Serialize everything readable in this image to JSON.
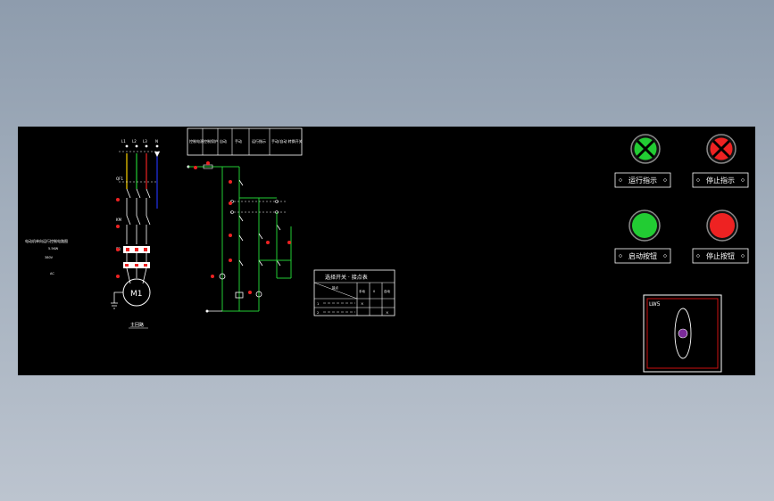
{
  "drawing": {
    "main_circuit": {
      "supply_labels": [
        "L1",
        "L2",
        "L3",
        "N"
      ],
      "breaker_label": "QF1",
      "contactor_label": "KM",
      "relay_label": "FR",
      "motor_label": "M1",
      "motor_caption": "主回路",
      "side_note_title": "电动机单向运行控制电路图",
      "side_note_line2": "5.5KW",
      "side_note_line3": "380V",
      "side_note_line4": "AC"
    },
    "control_header": {
      "cells": [
        "控制电源",
        "控制保护",
        "自动",
        "手动",
        "运行指示",
        "手动/自动 转换开关"
      ]
    },
    "selector_table": {
      "title": "选择开关 · 接点表",
      "col_headers": [
        "接点",
        "手动",
        "0",
        "自动"
      ],
      "rows": [
        {
          "label": "1",
          "c1": "×",
          "c2": "",
          "c3": ""
        },
        {
          "label": "2",
          "c1": "",
          "c2": "",
          "c3": "×"
        }
      ]
    },
    "panel": {
      "indicators": [
        {
          "label": "运行指示",
          "color": "#22cc33"
        },
        {
          "label": "停止指示",
          "color": "#ee2222"
        }
      ],
      "buttons": [
        {
          "label": "启动按钮",
          "color": "#22cc33"
        },
        {
          "label": "停止按钮",
          "color": "#ee2222"
        }
      ],
      "selector_label": "LW5"
    }
  }
}
